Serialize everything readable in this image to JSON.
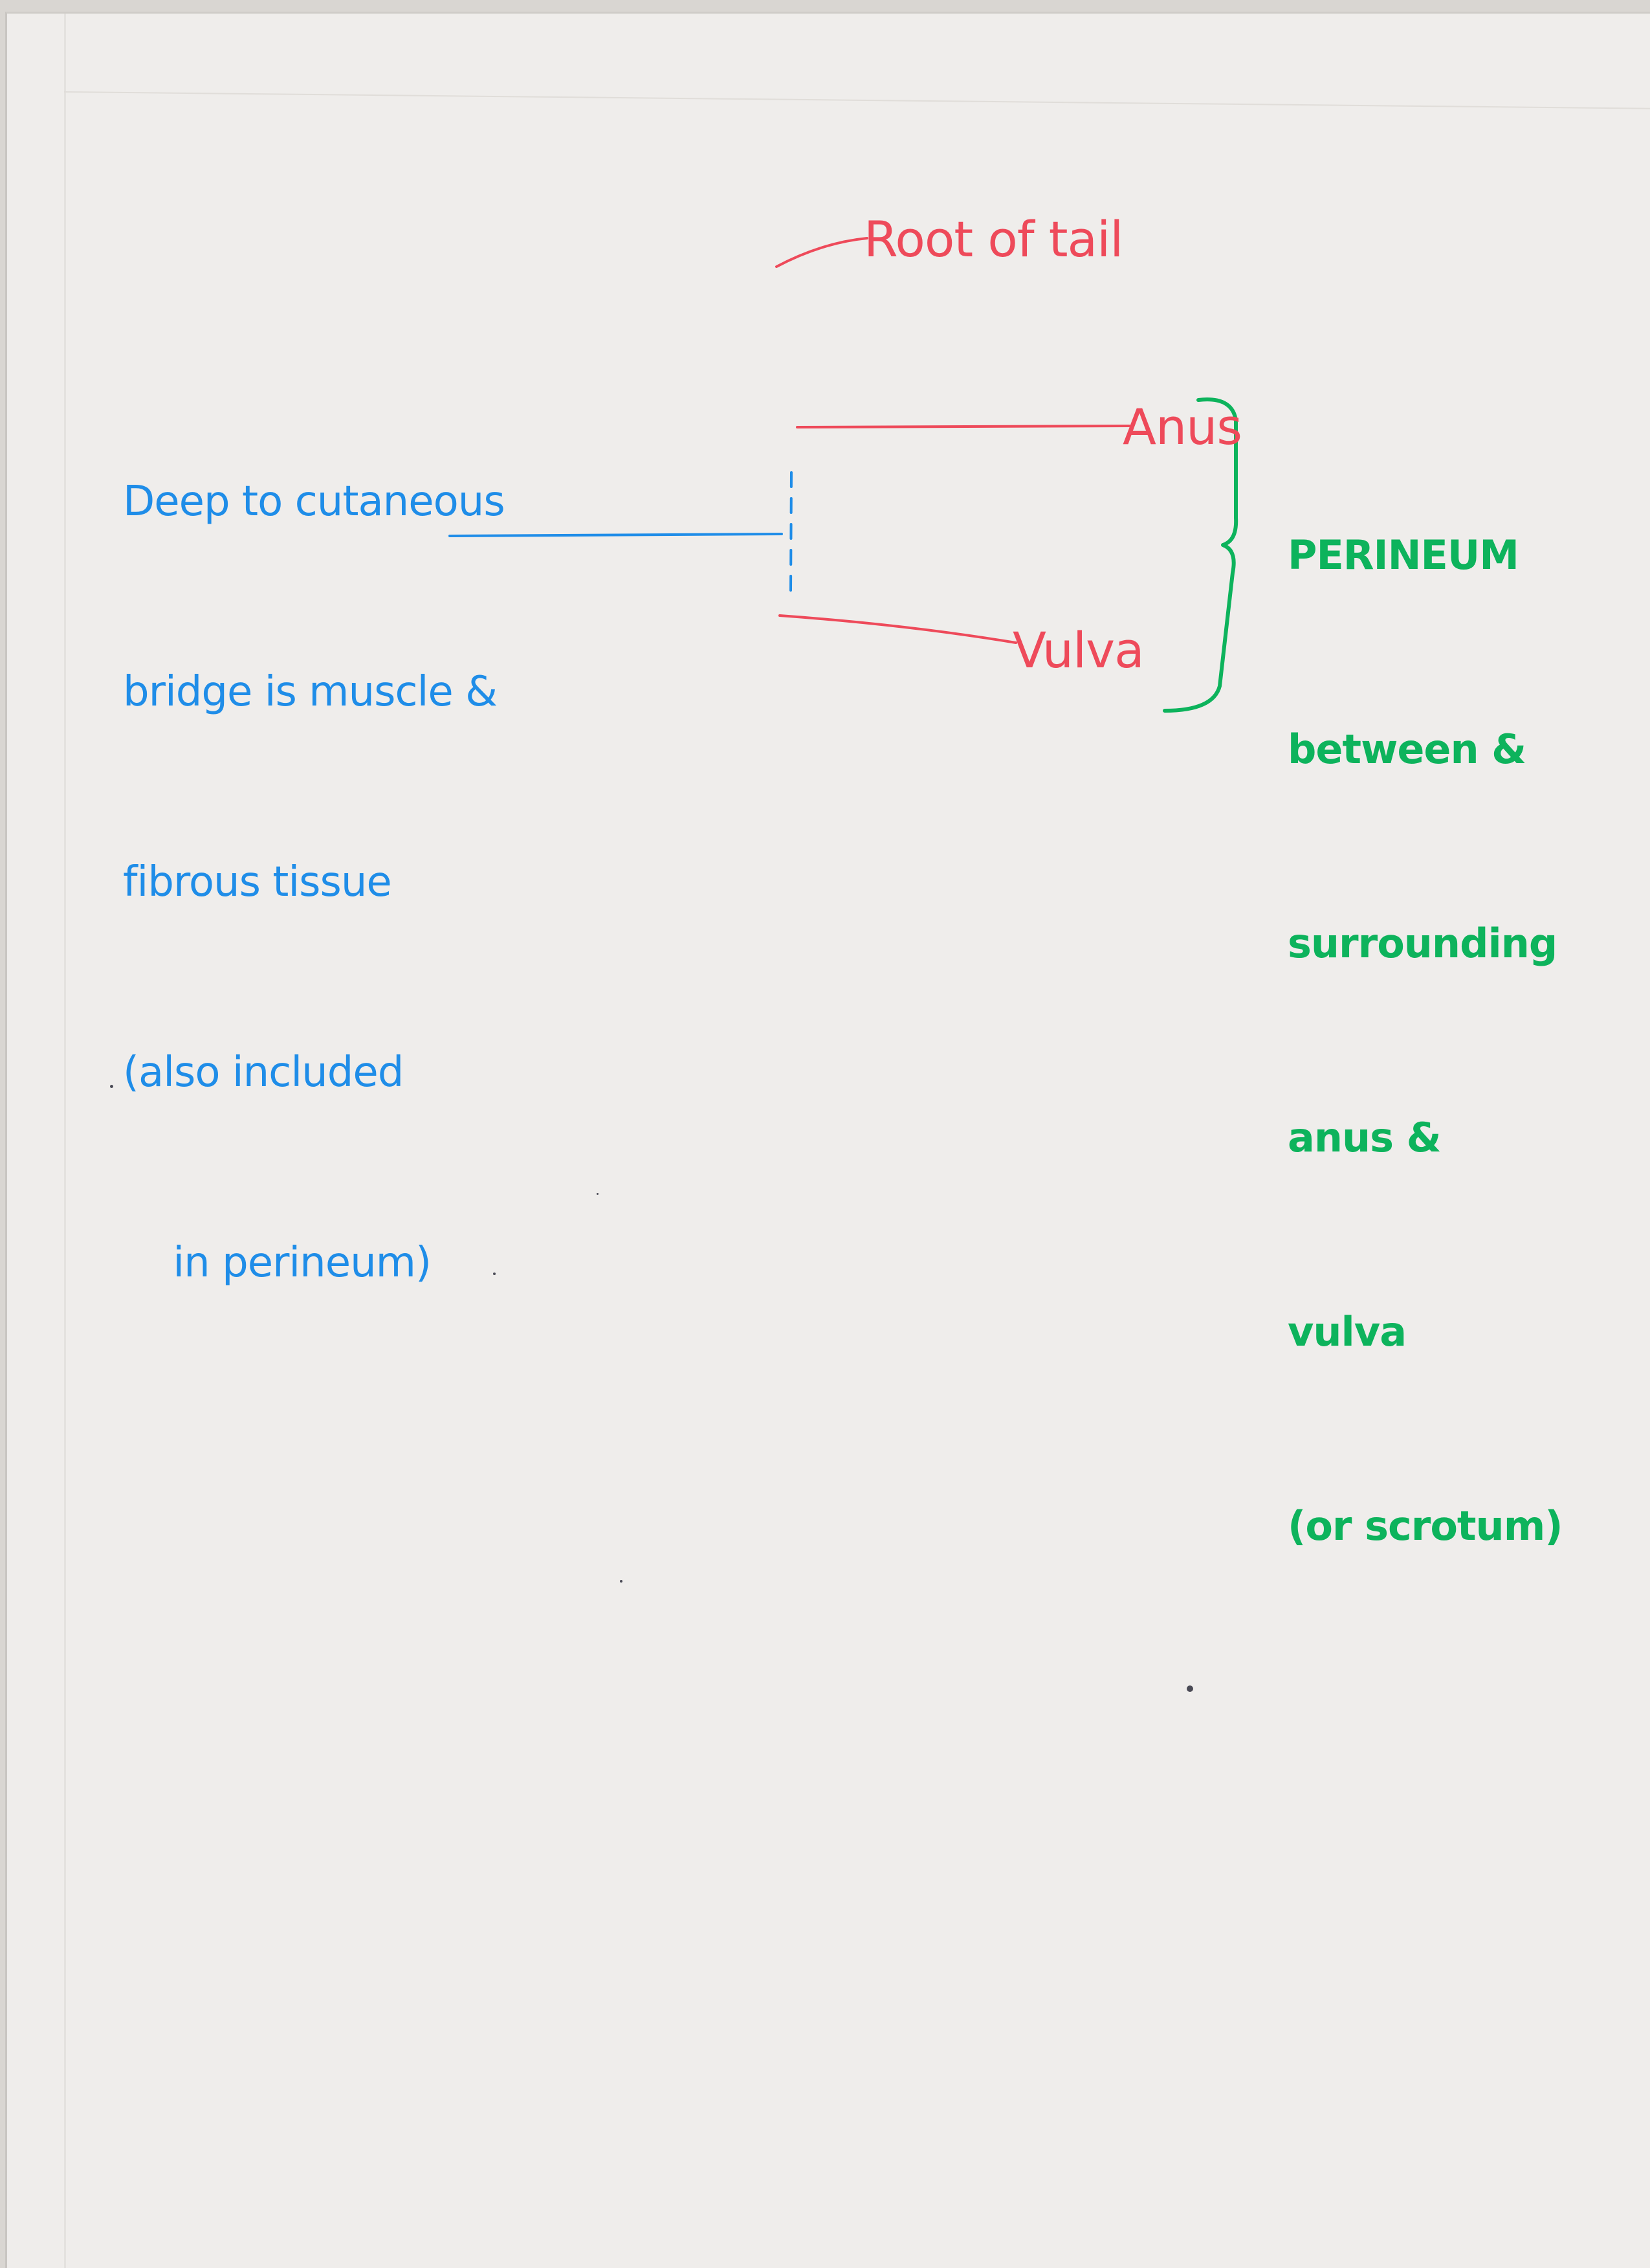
{
  "diagram": {
    "note": {
      "lines": [
        "Deep to cutaneous",
        "bridge is muscle &",
        "fibrous tissue",
        "(also included",
        "    in perineum)"
      ]
    },
    "labels": {
      "root_of_tail": "Root of tail",
      "anus": "Anus",
      "vulva": "Vulva"
    },
    "region": {
      "lines": [
        "PERINEUM",
        "between &",
        "surrounding",
        "anus &",
        "vulva",
        "(or scrotum)"
      ]
    },
    "colors": {
      "note": "#1f8de8",
      "structures": "#ee4a5a",
      "region": "#0db35c",
      "paper": "#efedeb"
    }
  }
}
